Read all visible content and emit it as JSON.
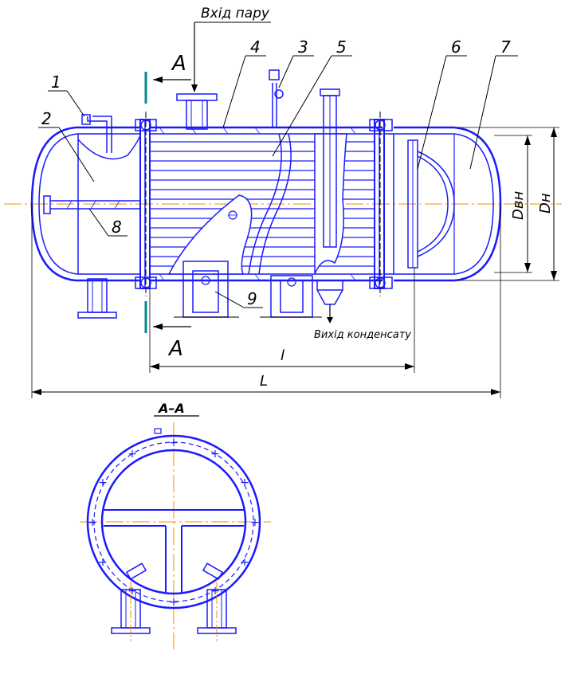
{
  "labels": {
    "steam_inlet": "Вхід пару",
    "condensate_outlet": "Вихід конденсату",
    "section_mark_top": "А",
    "section_mark_bottom": "А",
    "section_title": "А–А",
    "dim_inner_diameter": "Dвн",
    "dim_outer_diameter": "Dн",
    "dim_tube_length": "l",
    "dim_total_length": "L"
  },
  "callouts": [
    "1",
    "2",
    "3",
    "4",
    "5",
    "6",
    "7",
    "8",
    "9"
  ],
  "colors": {
    "outline": "#1a1aff",
    "dimension": "#000000",
    "axis": "#ff8c00",
    "section_marker": "#008b8b"
  }
}
